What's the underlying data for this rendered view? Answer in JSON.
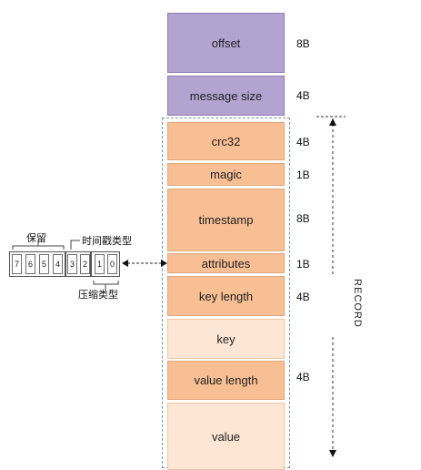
{
  "fields": [
    {
      "name": "offset",
      "size": "8B"
    },
    {
      "name": "message size",
      "size": "4B"
    },
    {
      "name": "crc32",
      "size": "4B"
    },
    {
      "name": "magic",
      "size": "1B"
    },
    {
      "name": "timestamp",
      "size": "8B"
    },
    {
      "name": "attributes",
      "size": "1B"
    },
    {
      "name": "key length",
      "size": "4B"
    },
    {
      "name": "key",
      "size": ""
    },
    {
      "name": "value length",
      "size": "4B"
    },
    {
      "name": "value",
      "size": ""
    }
  ],
  "record_label": "RECORD",
  "bits": [
    "7",
    "6",
    "5",
    "4",
    "3",
    "2",
    "1",
    "0"
  ],
  "annotations": {
    "reserved": "保留",
    "timestamp_type": "时间戳类型",
    "compression_type": "压缩类型"
  },
  "colors": {
    "header": "#b3a3d0",
    "field": "#f8bf95",
    "variable": "#fde6d3",
    "record_border": "#7d93b0"
  }
}
